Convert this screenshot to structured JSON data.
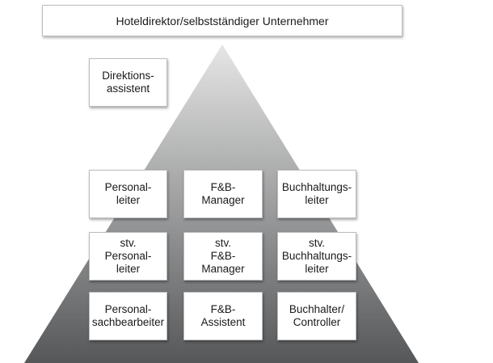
{
  "diagram": {
    "colors": {
      "pyramid_light": "#e6e6e6",
      "pyramid_dark": "#555759",
      "box_fill": "#ffffff",
      "box_border": "#bdbdbd",
      "text": "#1a1a1a"
    },
    "top_box": {
      "label": "Hoteldirektor/selbstständiger Unternehmer"
    },
    "assistant_box": {
      "label": "Direktions-\nassistent"
    },
    "columns": [
      {
        "leader": "Personal-\nleiter",
        "deputy": "stv.\nPersonal-\nleiter",
        "staff": "Personal-\nsachbearbeiter"
      },
      {
        "leader": "F&B-\nManager",
        "deputy": "stv.\nF&B-\nManager",
        "staff": "F&B-\nAssistent"
      },
      {
        "leader": "Buchhaltungs-\nleiter",
        "deputy": "stv.\nBuchhaltungs-\nleiter",
        "staff": "Buchhalter/\nController"
      }
    ]
  }
}
